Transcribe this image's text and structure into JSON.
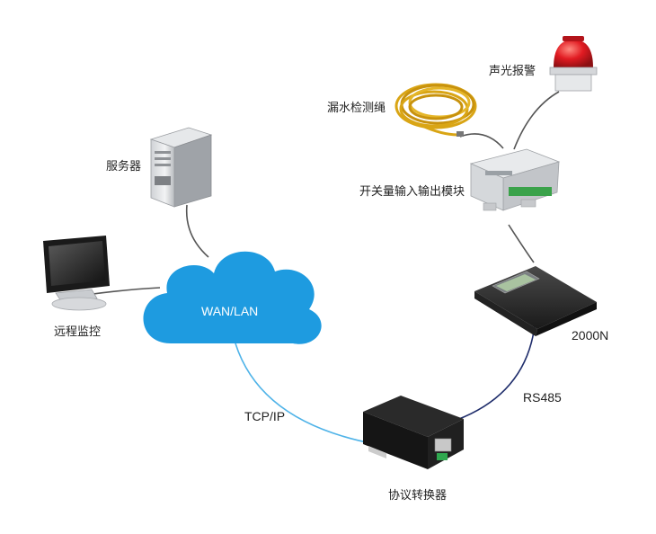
{
  "nodes": {
    "server": {
      "label": "服务器",
      "icon": "server-tower-icon"
    },
    "monitor": {
      "label": "远程监控",
      "icon": "monitor-icon"
    },
    "cloud": {
      "label": "WAN/LAN",
      "icon": "cloud-icon"
    },
    "leak_rope": {
      "label": "漏水检测绳",
      "icon": "leak-detection-rope-icon"
    },
    "alarm": {
      "label": "声光报警",
      "icon": "alarm-light-icon"
    },
    "io_module": {
      "label": "开关量输入输出模块",
      "icon": "io-module-icon"
    },
    "controller": {
      "label": "2000N",
      "icon": "controller-panel-icon"
    },
    "converter": {
      "label": "协议转换器",
      "icon": "protocol-converter-icon"
    }
  },
  "links": {
    "tcpip": {
      "label": "TCP/IP"
    },
    "rs485": {
      "label": "RS485"
    }
  },
  "colors": {
    "cloud": "#1e9be0",
    "tcp_line": "#4fb3e8",
    "rs485_line": "#1f2d6b",
    "gray_line": "#555555",
    "alarm_red": "#e11b22",
    "rope_yellow": "#d9a515"
  }
}
